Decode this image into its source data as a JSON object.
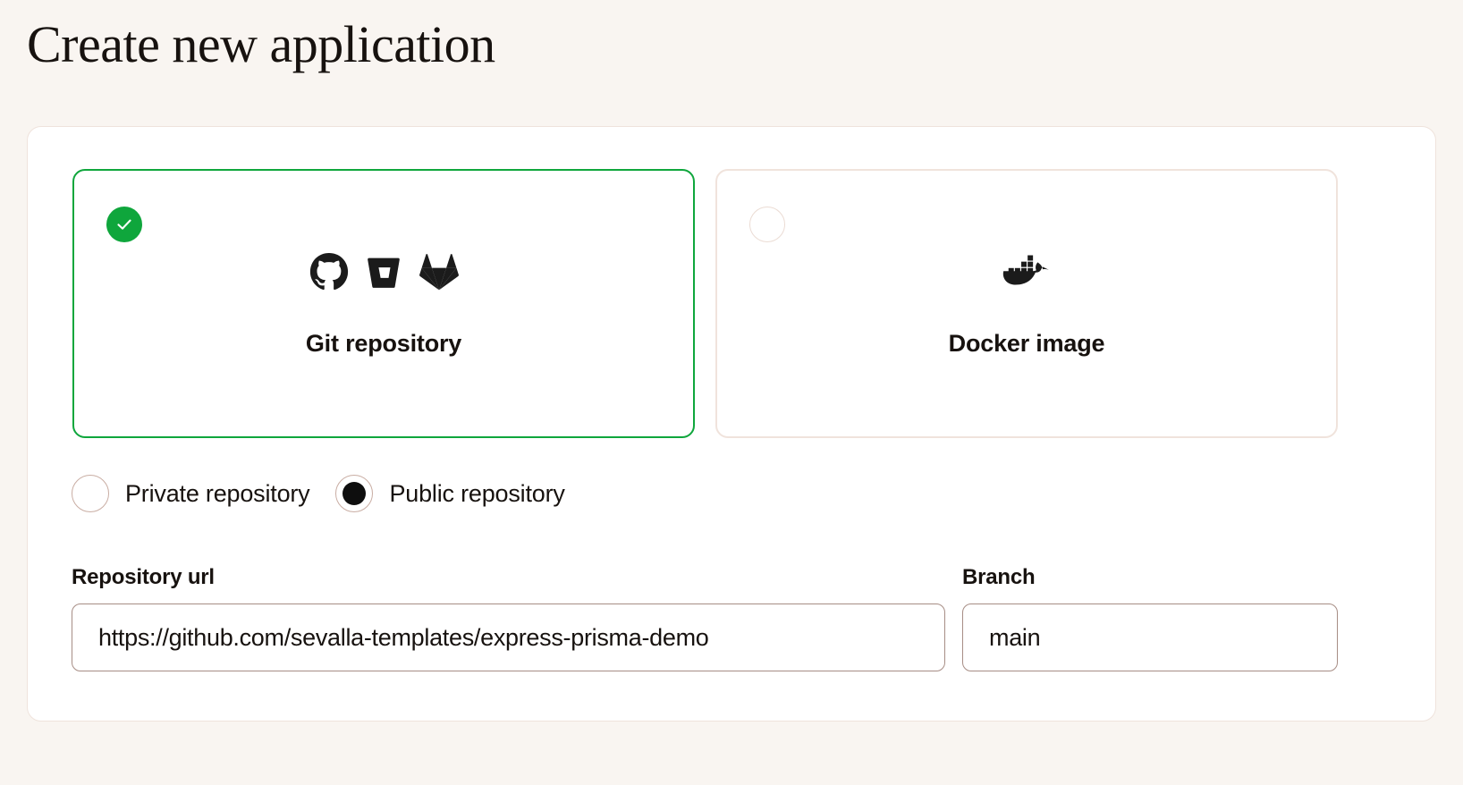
{
  "page": {
    "title": "Create new application"
  },
  "source_cards": [
    {
      "id": "git-repository",
      "label": "Git repository",
      "selected": true,
      "marker": "check-icon",
      "icons": [
        "github-icon",
        "bitbucket-icon",
        "gitlab-icon"
      ]
    },
    {
      "id": "docker-image",
      "label": "Docker image",
      "selected": false,
      "marker": "empty-radio",
      "icons": [
        "docker-icon"
      ]
    }
  ],
  "visibility": {
    "options": [
      {
        "id": "private",
        "label": "Private repository",
        "selected": false
      },
      {
        "id": "public",
        "label": "Public repository",
        "selected": true
      }
    ]
  },
  "fields": {
    "repository_url": {
      "label": "Repository url",
      "value": "https://github.com/sevalla-templates/express-prisma-demo",
      "placeholder": "Repository url"
    },
    "branch": {
      "label": "Branch",
      "value": "main",
      "placeholder": "Branch"
    }
  },
  "colors": {
    "background": "#F9F5F1",
    "panel": "#FFFFFF",
    "panel_border": "#EFE3DC",
    "accent_green": "#0FA63C",
    "card_border_muted": "#F0E3DC",
    "input_border": "#A78D85",
    "text": "#17120F"
  }
}
